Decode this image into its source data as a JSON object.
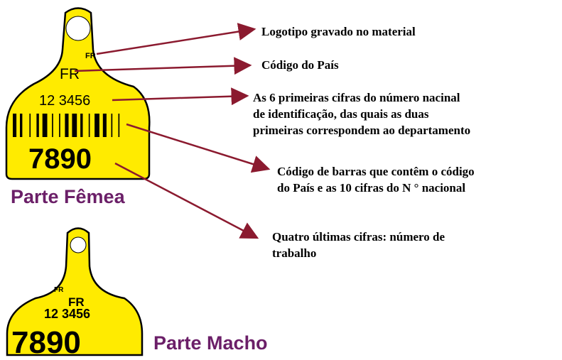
{
  "female_tag": {
    "logo_text": "FR",
    "country_code": "FR",
    "id_digits": "12 3456",
    "work_number": "7890",
    "title": "Parte Fêmea"
  },
  "male_tag": {
    "logo_text": "FR",
    "country_code": "FR",
    "id_digits": "12 3456",
    "work_number": "7890",
    "title": "Parte Macho"
  },
  "annotations": {
    "logo": "Logotipo gravado no material",
    "country": "Código do País",
    "digits_line1": "As 6 primeiras cifras do número nacinal",
    "digits_line2": "de identificação, das quais as duas",
    "digits_line3": "primeiras correspondem ao departamento",
    "barcode_line1": "Código de barras que contêm o código",
    "barcode_line2": "do País e as 10 cifras do N ° nacional",
    "work_line1": "Quatro últimas cifras: número de",
    "work_line2": "trabalho"
  },
  "colors": {
    "tag_fill": "#ffeb00",
    "arrow": "#8b1a2f",
    "title": "#6b1f68"
  }
}
